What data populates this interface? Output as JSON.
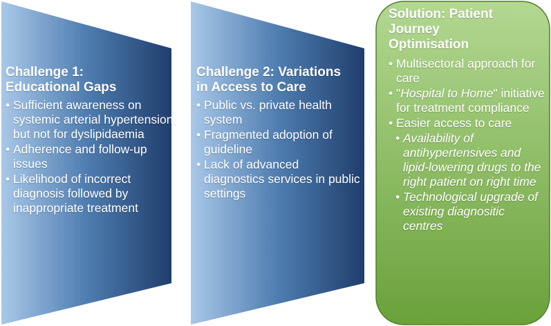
{
  "challenge_1": {
    "title_line_1": "Challenge 1:",
    "title_line_2": "Educational Gaps",
    "bullets": [
      "Sufficient awareness on systemic arterial hypertension, but not for dyslipidaemia",
      "Adherence and follow-up issues",
      "Likelihood of incorrect diagnosis followed by inappropriate treatment"
    ]
  },
  "challenge_2": {
    "title_line_1": "Challenge 2: Variations",
    "title_line_2": "in Access to Care",
    "bullets": [
      "Public vs. private health system",
      "Fragmented adoption of guideline",
      "Lack of advanced diagnostics services in public settings"
    ]
  },
  "solution": {
    "title_line_1": "Solution: Patient",
    "title_line_2": "Journey",
    "title_line_3": "Optimisation",
    "bullets": [
      "Multisectoral approach for care",
      "Easier access to care"
    ],
    "h2h_quote_open": "\"",
    "h2h_italic": "Hospital to Home",
    "h2h_rest": "\" initiative for treatment compliance",
    "sub_bullets": [
      "Availability of antihypertensives and lipid-lowering drugs to the right patient on right time",
      "Technological upgrade of existing diagnositic centres"
    ]
  },
  "colors": {
    "arrow_light": "#a9c8e8",
    "arrow_mid": "#4f7db0",
    "arrow_dark": "#1f3e6d",
    "solution_light": "#b3d892",
    "solution_dark": "#6aa13a",
    "solution_border": "#4f7f29",
    "text": "#ffffff"
  }
}
